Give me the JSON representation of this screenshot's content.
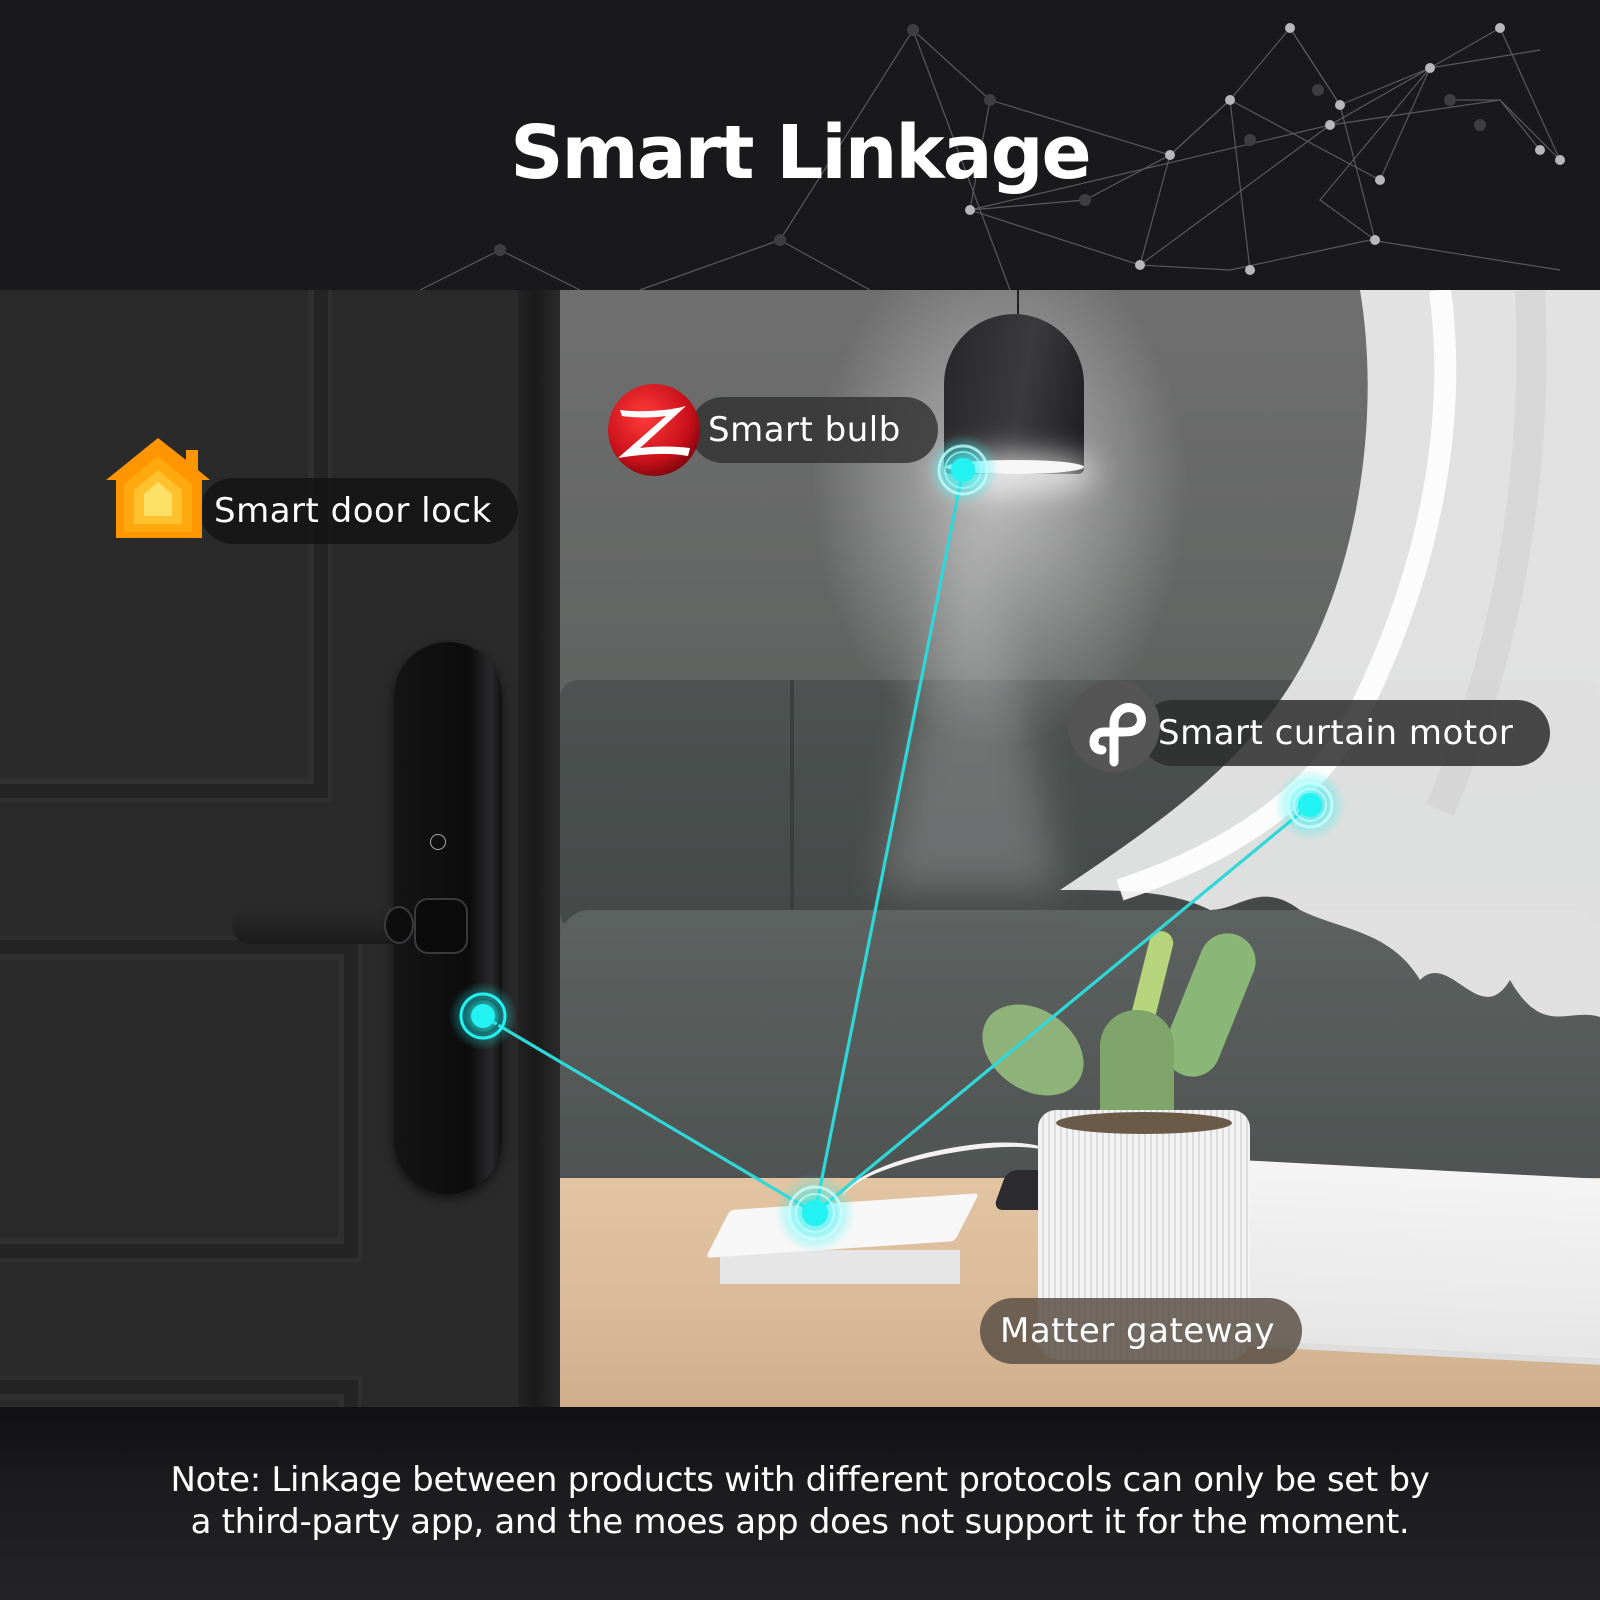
{
  "header": {
    "title": "Smart Linkage"
  },
  "devices": [
    {
      "id": "door-lock",
      "label": "Smart door lock",
      "protocol_icon": "apple-home-icon",
      "node": [
        483,
        1016
      ]
    },
    {
      "id": "bulb",
      "label": "Smart bulb",
      "protocol_icon": "zigbee-icon",
      "node": [
        963,
        470
      ]
    },
    {
      "id": "curtain-motor",
      "label": "Smart curtain motor",
      "protocol_icon": "thread-icon",
      "node": [
        1310,
        805
      ]
    },
    {
      "id": "gateway",
      "label": "Matter gateway",
      "protocol_icon": null,
      "node": [
        815,
        1213
      ]
    }
  ],
  "links": [
    {
      "from": "gateway",
      "to": "door-lock"
    },
    {
      "from": "gateway",
      "to": "bulb"
    },
    {
      "from": "gateway",
      "to": "curtain-motor"
    }
  ],
  "colors": {
    "link": "#2fd8d8",
    "node": "#22f2f2",
    "background": "#19191b",
    "apple_home_orange": "#ff9500",
    "zigbee_red": "#d4161c",
    "thread_gray": "#555555"
  },
  "footer": {
    "note_line1": "Note: Linkage between products with different protocols can only be set by",
    "note_line2": "a third-party app, and the moes app does not support it for the moment."
  }
}
